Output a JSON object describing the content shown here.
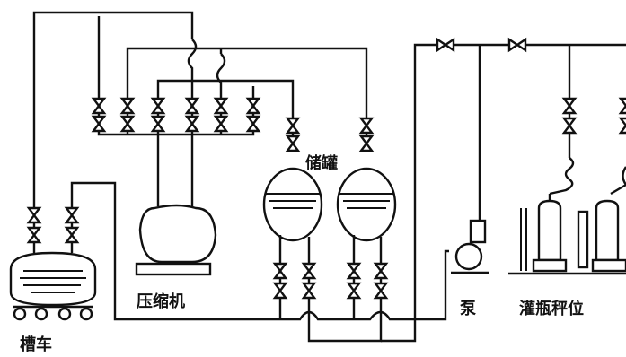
{
  "labels": {
    "tanker": "槽车",
    "compressor": "压缩机",
    "storage_tanks": "储罐",
    "pump": "泵",
    "filling_scale": "灌瓶秤位"
  },
  "colors": {
    "line": "#111111",
    "background": "#ffffff"
  }
}
